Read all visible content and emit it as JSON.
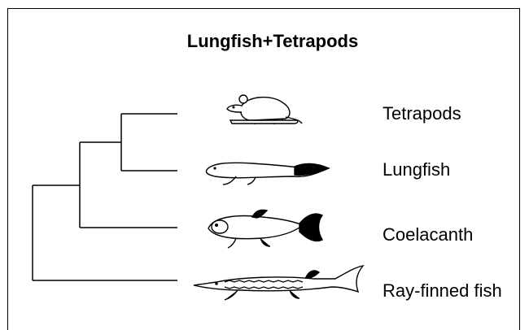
{
  "diagram": {
    "title": "Lungfish+Tetrapods",
    "taxa": [
      {
        "label": "Tetrapods",
        "icon": "mouse-icon"
      },
      {
        "label": "Lungfish",
        "icon": "lungfish-icon"
      },
      {
        "label": "Coelacanth",
        "icon": "coelacanth-icon"
      },
      {
        "label": "Ray-finned fish",
        "icon": "sturgeon-icon"
      }
    ]
  }
}
